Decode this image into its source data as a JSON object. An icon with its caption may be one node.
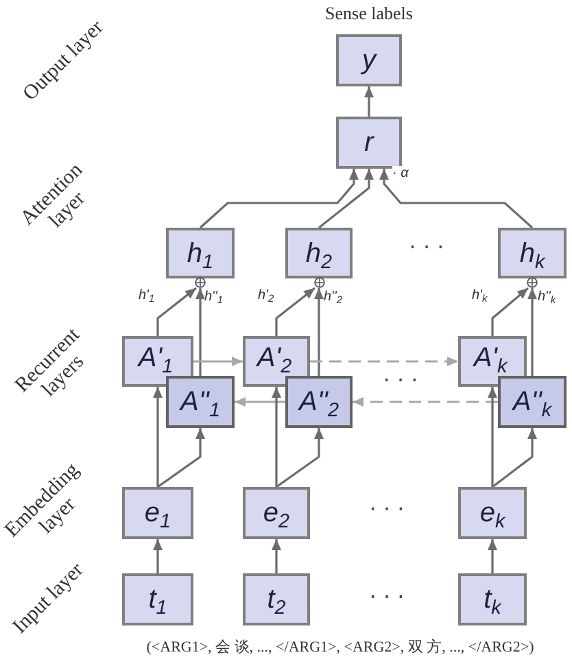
{
  "diagram": {
    "nodes": [
      {
        "text": [
          "y"
        ],
        "beside": [
          "Sense labels"
        ]
      },
      {
        "text": [
          "r"
        ]
      },
      {
        "text": [
          "h$_{1}$"
        ]
      },
      {
        "text": [
          "h$_{2}$"
        ]
      },
      {
        "text": [
          "h$_{k}$"
        ]
      },
      {
        "text": [],
        "shape": "circle"
      },
      {
        "text": [],
        "shape": "circle"
      },
      {
        "text": [],
        "shape": "circle"
      },
      {
        "text": [
          "A'$_{1}$"
        ]
      },
      {
        "text": [
          "A'$_{2}$"
        ]
      },
      {
        "text": [
          "A'$_{k}$"
        ]
      },
      {
        "text": [
          "A''$_{1}$"
        ]
      },
      {
        "text": [
          "A''$_{2}$"
        ]
      },
      {
        "text": [
          "A''$_{k}$"
        ]
      },
      {
        "text": [
          "e$_{1}$"
        ]
      },
      {
        "text": [
          "e$_{2}$"
        ]
      },
      {
        "text": [
          "e$_{k}$"
        ]
      },
      {
        "text": [
          "t$_{1}$"
        ]
      },
      {
        "text": [
          "t$_{2}$"
        ]
      },
      {
        "text": [
          "t$_{k}$"
        ]
      }
    ],
    "edges": [
      {
        "from": 1,
        "to": 0,
        "arrow": "to"
      },
      {
        "from": 2,
        "to": 1,
        "arrow": "to"
      },
      {
        "from": 3,
        "to": 1,
        "arrow": "to"
      },
      {
        "from": 4,
        "to": 1,
        "arrow": "to",
        "label": "· *α*"
      },
      {
        "from": 8,
        "to": 5,
        "arrow": "to",
        "label": "h'$_{1}$"
      },
      {
        "from": 11,
        "to": 5,
        "arrow": "to",
        "label": "h''$_{1}$"
      },
      {
        "from": 9,
        "to": 6,
        "arrow": "to",
        "label": "h'$_{2}$"
      },
      {
        "from": 12,
        "to": 6,
        "arrow": "to",
        "label": "h''$_{2}$"
      },
      {
        "from": 10,
        "to": 7,
        "arrow": "to",
        "label": "h'$_{k}$"
      },
      {
        "from": 13,
        "to": 7,
        "arrow": "to",
        "label": "h''$_{k}$"
      },
      {
        "from": 8,
        "to": 9,
        "arrow": "to",
        "color": "#a8a8a8"
      },
      {
        "from": 9,
        "to": 10,
        "arrow": "to",
        "style": "dashed",
        "color": "#a8a8a8"
      },
      {
        "from": 12,
        "to": 11,
        "arrow": "to",
        "color": "#a8a8a8"
      },
      {
        "from": 13,
        "to": 12,
        "arrow": "to",
        "style": "dashed",
        "color": "#a8a8a8"
      },
      {
        "from": 14,
        "to": 8,
        "arrow": "to"
      },
      {
        "from": 14,
        "to": 11,
        "arrow": "to"
      },
      {
        "from": 15,
        "to": 9,
        "arrow": "to"
      },
      {
        "from": 15,
        "to": 12,
        "arrow": "to"
      },
      {
        "from": 16,
        "to": 10,
        "arrow": "to"
      },
      {
        "from": 16,
        "to": 13,
        "arrow": "to"
      },
      {
        "from": 17,
        "to": 14,
        "arrow": "to"
      },
      {
        "from": 18,
        "to": 15,
        "arrow": "to"
      },
      {
        "from": 19,
        "to": 16,
        "arrow": "to"
      }
    ],
    "labels": [
      "Output layer",
      "Attention layer",
      "· · ·",
      "Recurrent layers",
      "· · ·",
      "Embedding layer",
      "· · ·",
      "Input layer",
      "· · ·",
      "(<ARG1>, 会 谈, ..., </ARG1>, <ARG2>, 双 方, ..., </ARG2>)"
    ]
  }
}
